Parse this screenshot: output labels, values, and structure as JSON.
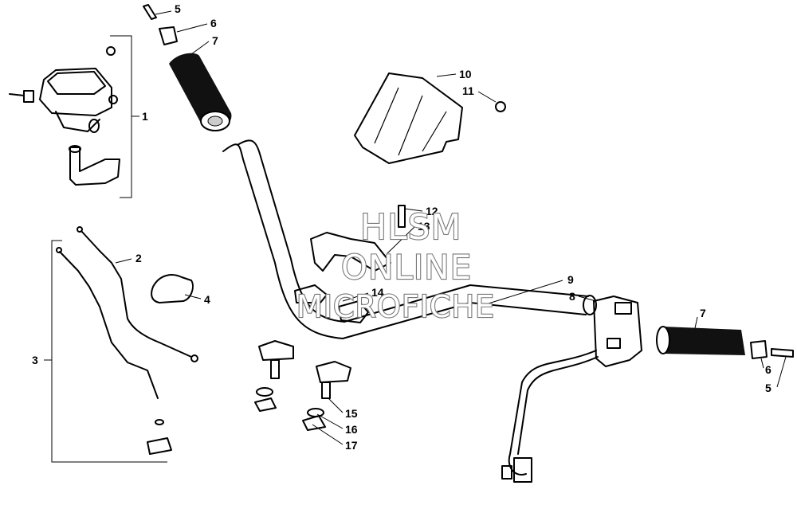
{
  "callouts": [
    {
      "id": "c1",
      "label": "1"
    },
    {
      "id": "c2",
      "label": "2"
    },
    {
      "id": "c3",
      "label": "3"
    },
    {
      "id": "c4",
      "label": "4"
    },
    {
      "id": "c5a",
      "label": "5"
    },
    {
      "id": "c6a",
      "label": "6"
    },
    {
      "id": "c7a",
      "label": "7"
    },
    {
      "id": "c8",
      "label": "8"
    },
    {
      "id": "c9",
      "label": "9"
    },
    {
      "id": "c10",
      "label": "10"
    },
    {
      "id": "c11",
      "label": "11"
    },
    {
      "id": "c12",
      "label": "12"
    },
    {
      "id": "c13",
      "label": "13"
    },
    {
      "id": "c14",
      "label": "14"
    },
    {
      "id": "c15",
      "label": "15"
    },
    {
      "id": "c16",
      "label": "16"
    },
    {
      "id": "c17",
      "label": "17"
    },
    {
      "id": "c7b",
      "label": "7"
    },
    {
      "id": "c6b",
      "label": "6"
    },
    {
      "id": "c5b",
      "label": "5"
    }
  ],
  "watermark": {
    "line1": "HLSM",
    "line2": "ONLINE",
    "line3": "MICROFICHE"
  }
}
